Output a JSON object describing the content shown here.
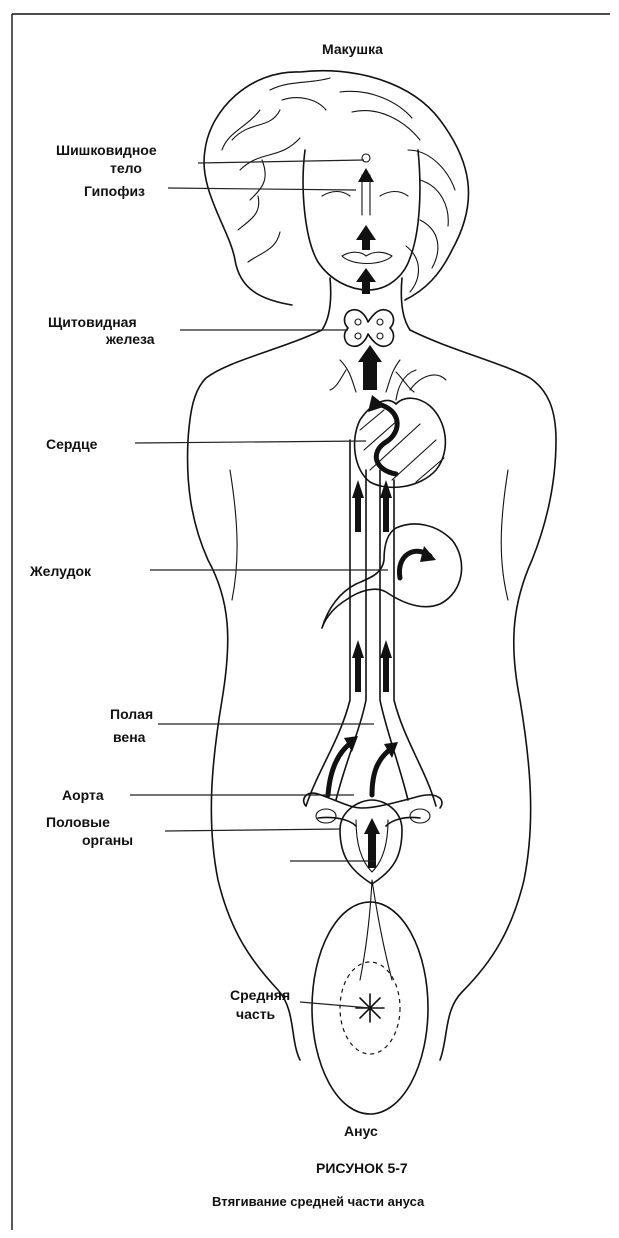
{
  "labels": {
    "crown": "Макушка",
    "pineal_line1": "Шишковидное",
    "pineal_line2": "тело",
    "pituitary": "Гипофиз",
    "thyroid_line1": "Щитовидная",
    "thyroid_line2": "железа",
    "heart": "Сердце",
    "stomach": "Желудок",
    "vena_line1": "Полая",
    "vena_line2": "вена",
    "aorta": "Аорта",
    "genitals_line1": "Половые",
    "genitals_line2": "органы",
    "middle_line1": "Средняя",
    "middle_line2": "часть",
    "anus": "Анус"
  },
  "caption": {
    "figure": "РИСУНОК 5-7",
    "title": "Втягивание средней части ануса"
  },
  "colors": {
    "ink": "#111111",
    "paper": "#ffffff"
  }
}
